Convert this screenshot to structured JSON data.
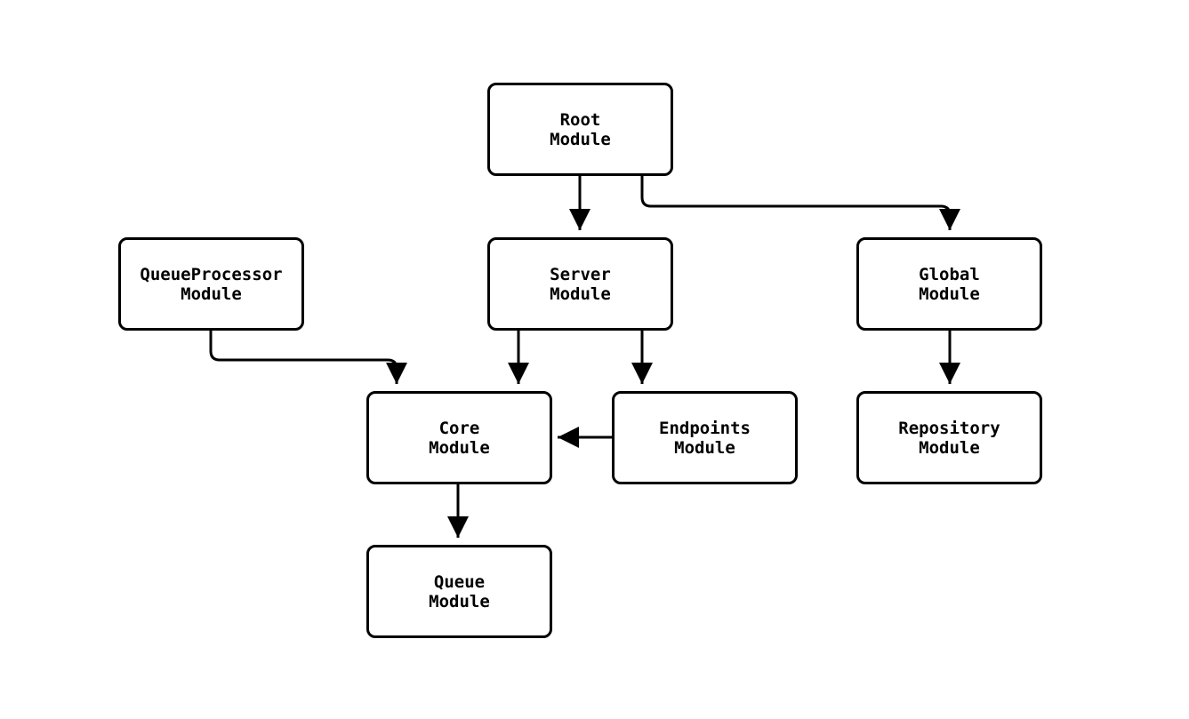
{
  "diagram": {
    "type": "module-dependency-graph",
    "background": "#ffffff",
    "colors": {
      "node_border": "#000000",
      "node_fill": "#ffffff",
      "edge": "#000000",
      "text": "#000000"
    },
    "nodes": [
      {
        "id": "root",
        "line1": "Root",
        "line2": "Module"
      },
      {
        "id": "queueprocessor",
        "line1": "QueueProcessor",
        "line2": "Module"
      },
      {
        "id": "server",
        "line1": "Server",
        "line2": "Module"
      },
      {
        "id": "global",
        "line1": "Global",
        "line2": "Module"
      },
      {
        "id": "core",
        "line1": "Core",
        "line2": "Module"
      },
      {
        "id": "endpoints",
        "line1": "Endpoints",
        "line2": "Module"
      },
      {
        "id": "repository",
        "line1": "Repository",
        "line2": "Module"
      },
      {
        "id": "queue",
        "line1": "Queue",
        "line2": "Module"
      }
    ],
    "edges": [
      {
        "from": "Root Module",
        "to": "Server Module"
      },
      {
        "from": "Root Module",
        "to": "Global Module"
      },
      {
        "from": "QueueProcessor Module",
        "to": "Core Module"
      },
      {
        "from": "Server Module",
        "to": "Core Module"
      },
      {
        "from": "Server Module",
        "to": "Endpoints Module"
      },
      {
        "from": "Endpoints Module",
        "to": "Core Module"
      },
      {
        "from": "Global Module",
        "to": "Repository Module"
      },
      {
        "from": "Core Module",
        "to": "Queue Module"
      }
    ]
  }
}
